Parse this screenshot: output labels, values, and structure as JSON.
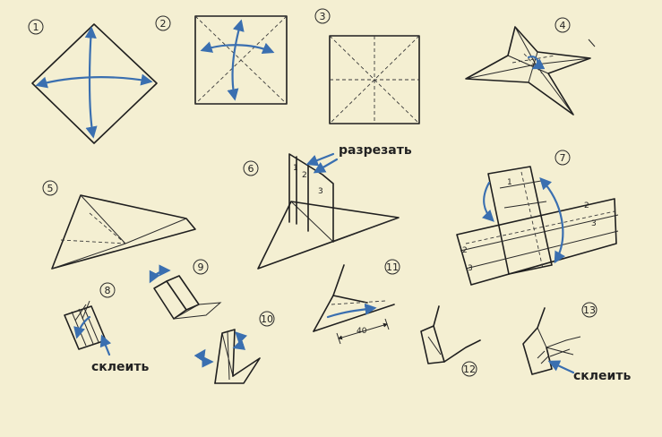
{
  "steps": [
    "1",
    "2",
    "3",
    "4",
    "5",
    "6",
    "7",
    "8",
    "9",
    "10",
    "11",
    "12",
    "13"
  ],
  "labels": {
    "cut": "разрезать",
    "glue_left": "склеить",
    "glue_right": "склеить"
  },
  "strip_numbers": {
    "step6": [
      "1",
      "2",
      "3"
    ],
    "step7_top": "1",
    "step7_right": "2",
    "step7_right2": "3",
    "step7_left1": "2",
    "step7_left2": "3"
  },
  "dimension": "40",
  "colors": {
    "ink": "#1f1f1f",
    "arrow": "#3a6fb0",
    "paper": "#f4efd2"
  }
}
